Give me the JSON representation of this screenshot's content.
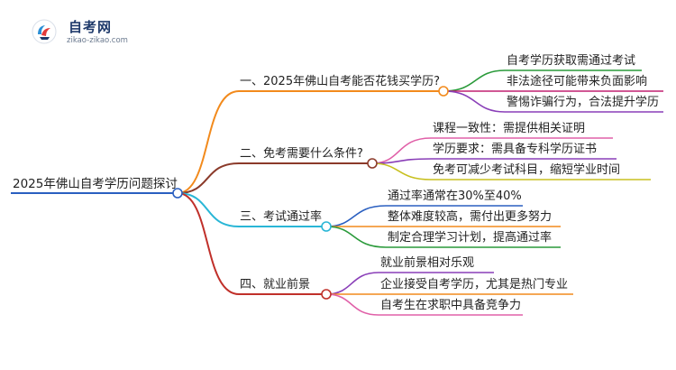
{
  "logo": {
    "title": "自考网",
    "subtitle": "zikao-zikao.com",
    "accent": "#1f3a6b",
    "icon": "graduation-cap-icon"
  },
  "mindmap": {
    "root": "2025年佛山自考学历问题探讨",
    "branches": [
      {
        "label": "一、2025年佛山自考能否花钱买学历?",
        "color": "#f28a1c",
        "children": [
          "自考学历获取需通过考试",
          "非法途径可能带来负面影响",
          "警惕诈骗行为，合法提升学历"
        ],
        "child_colors": [
          "#2a9a3a",
          "#c02070",
          "#8a3fb8"
        ]
      },
      {
        "label": "二、免考需要什么条件?",
        "color": "#8b3a2a",
        "children": [
          "课程一致性：需提供相关证明",
          "学历要求：需具备专科学历证书",
          "免考可减少考试科目，缩短学业时间"
        ],
        "child_colors": [
          "#e060a8",
          "#8a3fb8",
          "#c8c020"
        ]
      },
      {
        "label": "三、考试通过率",
        "color": "#29b6d6",
        "children": [
          "通过率通常在30%至40%",
          "整体难度较高，需付出更多努力",
          "制定合理学习计划，提高通过率"
        ],
        "child_colors": [
          "#2a5fc0",
          "#f28a1c",
          "#2a9a3a"
        ]
      },
      {
        "label": "四、就业前景",
        "color": "#c0302a",
        "children": [
          "就业前景相对乐观",
          "企业接受自考学历，尤其是热门专业",
          "自考生在求职中具备竞争力"
        ],
        "child_colors": [
          "#8a3fb8",
          "#f28a1c",
          "#e060a8"
        ]
      }
    ]
  },
  "colors": {
    "root_underline": "#2a5fc0",
    "node_fill": "#ffffff"
  }
}
